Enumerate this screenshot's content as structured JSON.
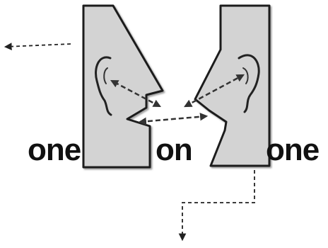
{
  "diagram": {
    "words": {
      "left": "one",
      "middle": "on",
      "right": "one"
    },
    "colors": {
      "head_fill": "#d3d3d3",
      "outline": "#1a1a1a",
      "arrow": "#333333",
      "text": "#111111",
      "background": "#ffffff"
    },
    "icons": {
      "left_head": "head-profile-facing-right",
      "right_head": "head-profile-facing-left",
      "ear": "ear-icon"
    }
  }
}
